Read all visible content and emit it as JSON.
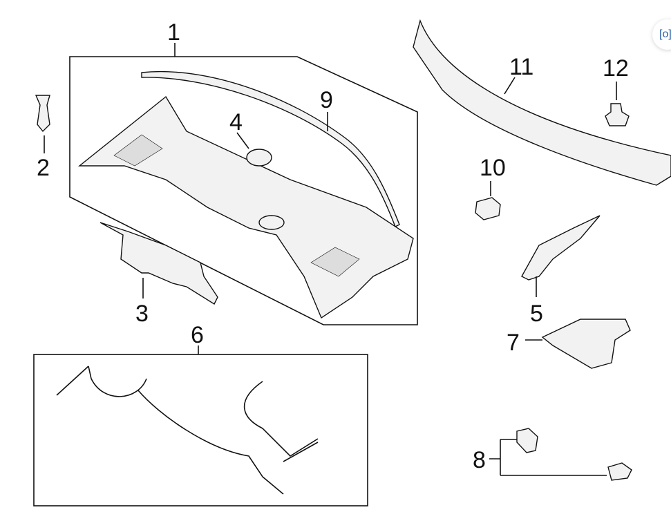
{
  "diagram": {
    "callouts": [
      "1",
      "2",
      "3",
      "4",
      "5",
      "6",
      "7",
      "8",
      "9",
      "10",
      "11",
      "12"
    ]
  },
  "visual_search_button": {
    "icon": "lens-scan-icon"
  }
}
